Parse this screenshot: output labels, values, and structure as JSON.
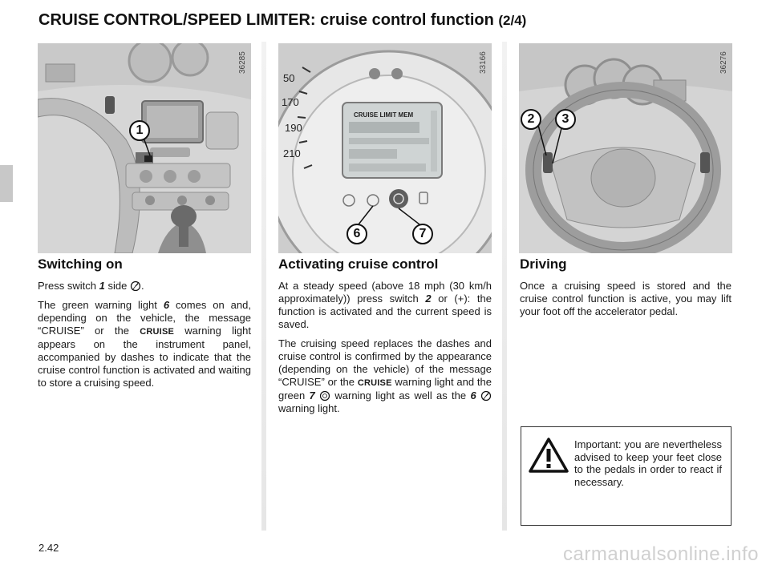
{
  "header": {
    "title": "CRUISE CONTROL/SPEED LIMITER: cruise control function",
    "page_fraction": "(2/4)"
  },
  "figures": {
    "left": {
      "ref": "36285",
      "callouts": [
        "1"
      ]
    },
    "middle": {
      "ref": "33166",
      "callouts": [
        "6",
        "7"
      ],
      "display": {
        "modes": "CRUISE  LIMIT  MEM",
        "speed_marks": [
          "50",
          "170",
          "190",
          "210"
        ]
      }
    },
    "right": {
      "ref": "36276",
      "callouts": [
        "2",
        "3"
      ]
    }
  },
  "sections": {
    "switching_on": {
      "title": "Switching on",
      "p1_a": "Press switch",
      "p1_ref": "1",
      "p1_b": "side",
      "p2_a": "The green warning light",
      "p2_ref": "6",
      "p2_b": "comes on and, depending on the vehicle, the message “CRUISE” or the",
      "p2_cruise": "CRUISE",
      "p2_c": "warning light appears on the instrument panel, accompanied by dashes to indicate that the cruise control function is activated and waiting to store a cruising speed."
    },
    "activating": {
      "title": "Activating cruise control",
      "p1_a": "At a steady speed (above 18 mph (30 km/h approximately)) press switch",
      "p1_ref": "2",
      "p1_b": "or (+): the function is activated and the current speed is saved.",
      "p2_a": "The cruising speed replaces the dashes and cruise control is confirmed by the appearance (depending on the vehicle) of the message “CRUISE” or the",
      "p2_cruise": "CRUISE",
      "p2_b": "warning light and the green",
      "p2_ref7": "7",
      "p2_c": "warning light as well as the",
      "p2_ref6": "6",
      "p2_d": "warning light."
    },
    "driving": {
      "title": "Driving",
      "p1": "Once a cruising speed is stored and the cruise control function is active, you may lift your foot off the accelerator pedal."
    }
  },
  "warning": {
    "text": "Important: you are nevertheless advised to keep your feet close to the pedals in order to react if necessary."
  },
  "footer": {
    "page_number": "2.42",
    "watermark": "carmanualsonline.info"
  },
  "colors": {
    "figure_bg": "#d9d9d9",
    "side_tab": "#c8c8c8"
  }
}
